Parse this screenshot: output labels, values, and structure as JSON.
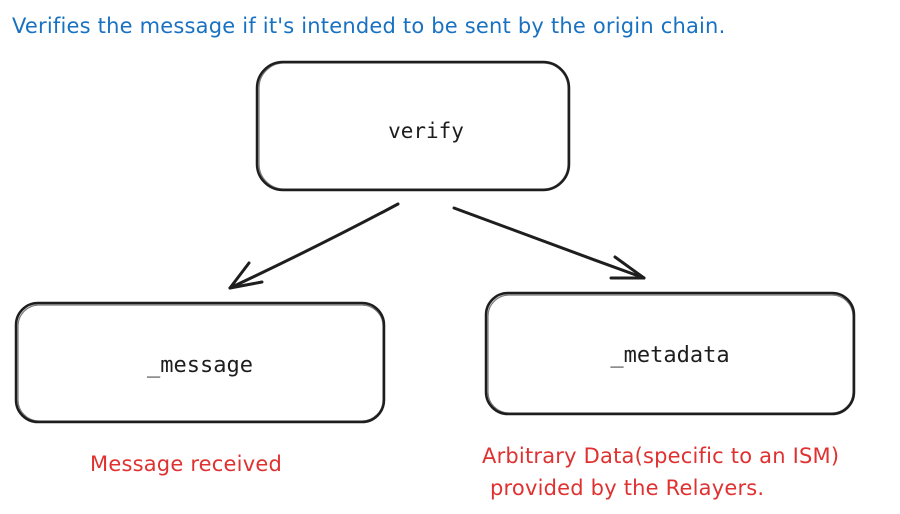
{
  "heading": "Verifies the message if it's intended to be sent by the origin chain.",
  "nodes": {
    "verify": "verify",
    "message": "_message",
    "metadata": "_metadata"
  },
  "notes": {
    "message": "Message received",
    "metadata_line1": "Arbitrary Data(specific to an ISM)",
    "metadata_line2": "provided by the Relayers."
  },
  "colors": {
    "heading": "#1971c2",
    "note": "#e03131",
    "stroke": "#1e1e1e"
  }
}
